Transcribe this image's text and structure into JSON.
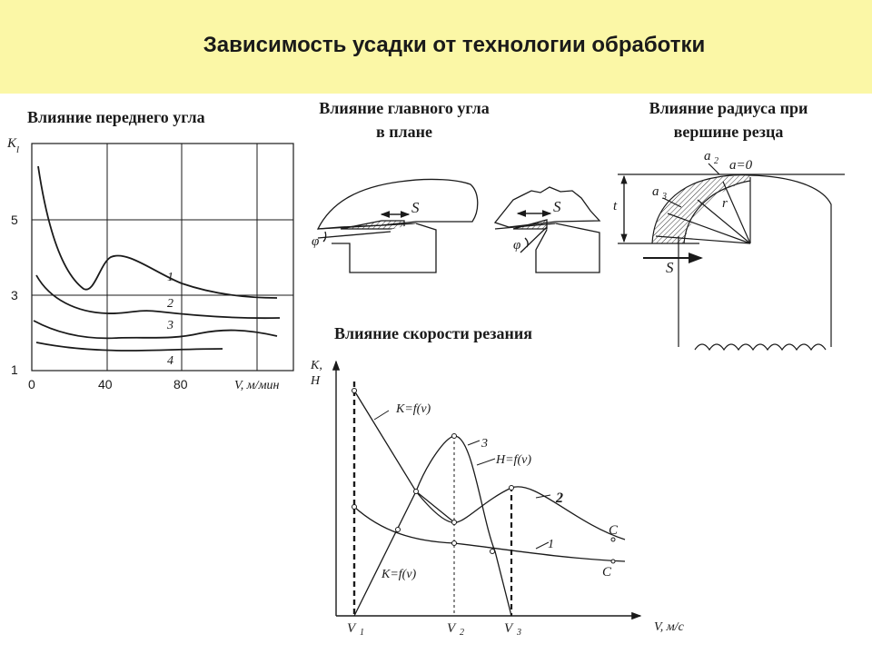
{
  "header": {
    "title": "Зависимость усадки от технологии обработки"
  },
  "sections": {
    "rake_angle": "Влияние переднего угла",
    "plan_angle": [
      "Влияние главного угла",
      "в плане"
    ],
    "nose_radius": [
      "Влияние радиуса при",
      "вершине резца"
    ],
    "cutting_speed": "Влияние скорости резания"
  },
  "chart_rake": {
    "y_label": "K",
    "y_sub": "l",
    "y_ticks": [
      "5",
      "3",
      "1"
    ],
    "x_ticks": [
      "0",
      "40",
      "80"
    ],
    "x_label": "V, м/мин",
    "curve_labels": [
      "1",
      "2",
      "3",
      "4"
    ]
  },
  "plan_angle_labels": {
    "s1": "S",
    "phi1": "φ",
    "s2": "S",
    "phi2": "φ"
  },
  "nose_labels": {
    "a2": "a",
    "a2_sub": "2",
    "a0": "a=0",
    "a3": "a",
    "a3_sub": "3",
    "t": "t",
    "r": "r",
    "s": "S"
  },
  "chart_speed": {
    "y_label": [
      "K,",
      "H"
    ],
    "x_label": "V, м/с",
    "v_labels": [
      "V",
      "V",
      "V"
    ],
    "v_subs": [
      "1",
      "2",
      "3"
    ],
    "annotations": [
      "K=f(v)",
      "H=f(v)",
      "K=f(v)",
      "3",
      "2",
      "1",
      "C",
      "C"
    ]
  }
}
